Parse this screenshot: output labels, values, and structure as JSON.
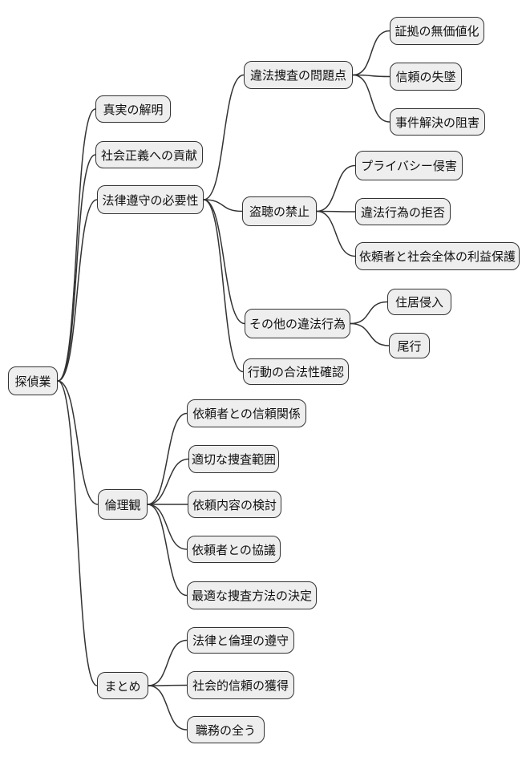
{
  "diagram": {
    "type": "mindmap",
    "style": {
      "node_fill": "#eeeeee",
      "node_border": "#333333",
      "edge_color": "#333333",
      "background": "#ffffff"
    },
    "root": {
      "label": "探偵業",
      "children": [
        {
          "label": "真実の解明",
          "children": []
        },
        {
          "label": "社会正義への貢献",
          "children": []
        },
        {
          "label": "法律遵守の必要性",
          "children": [
            {
              "label": "違法捜査の問題点",
              "children": [
                {
                  "label": "証拠の無価値化"
                },
                {
                  "label": "信頼の失墜"
                },
                {
                  "label": "事件解決の阻害"
                }
              ]
            },
            {
              "label": "盗聴の禁止",
              "children": [
                {
                  "label": "プライバシー侵害"
                },
                {
                  "label": "違法行為の拒否"
                },
                {
                  "label": "依頼者と社会全体の利益保護"
                }
              ]
            },
            {
              "label": "その他の違法行為",
              "children": [
                {
                  "label": "住居侵入"
                },
                {
                  "label": "尾行"
                }
              ]
            },
            {
              "label": "行動の合法性確認",
              "children": []
            }
          ]
        },
        {
          "label": "倫理観",
          "children": [
            {
              "label": "依頼者との信頼関係"
            },
            {
              "label": "適切な捜査範囲"
            },
            {
              "label": "依頼内容の検討"
            },
            {
              "label": "依頼者との協議"
            },
            {
              "label": "最適な捜査方法の決定"
            }
          ]
        },
        {
          "label": "まとめ",
          "children": [
            {
              "label": "法律と倫理の遵守"
            },
            {
              "label": "社会的信頼の獲得"
            },
            {
              "label": "職務の全う"
            }
          ]
        }
      ]
    }
  }
}
